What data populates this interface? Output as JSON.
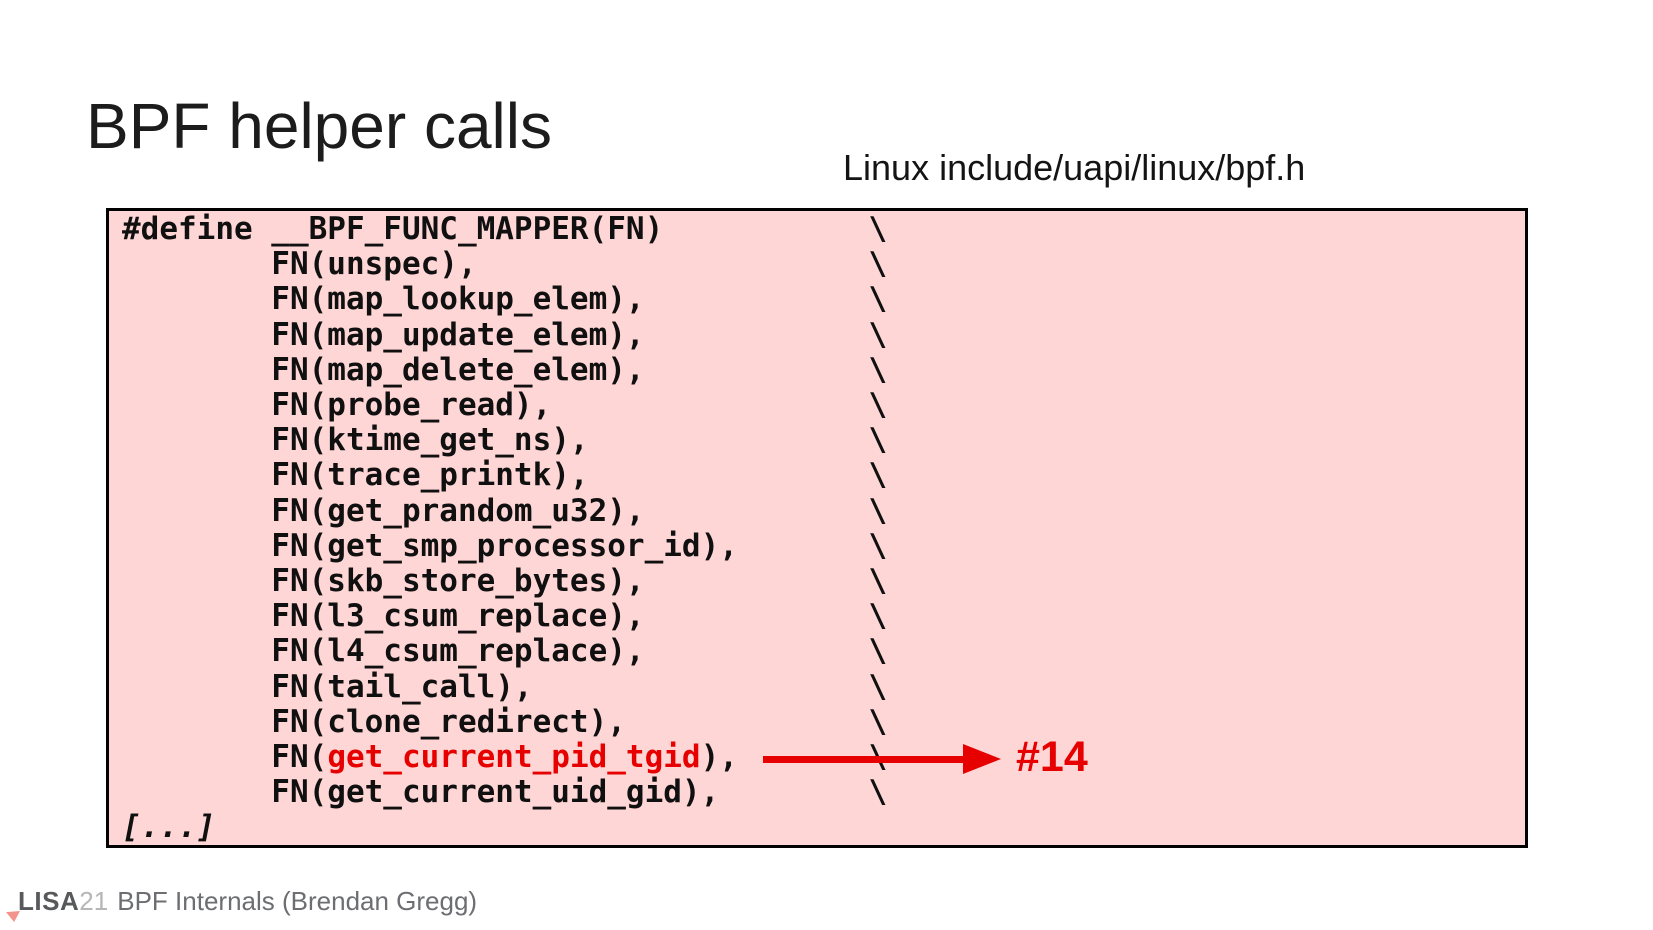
{
  "title": "BPF helper calls",
  "source_label": "Linux include/uapi/linux/bpf.h",
  "code": {
    "lines": [
      {
        "text": "#define __BPF_FUNC_MAPPER(FN)           \\"
      },
      {
        "text": "        FN(unspec),                     \\"
      },
      {
        "text": "        FN(map_lookup_elem),            \\"
      },
      {
        "text": "        FN(map_update_elem),            \\"
      },
      {
        "text": "        FN(map_delete_elem),            \\"
      },
      {
        "text": "        FN(probe_read),                 \\"
      },
      {
        "text": "        FN(ktime_get_ns),               \\"
      },
      {
        "text": "        FN(trace_printk),               \\"
      },
      {
        "text": "        FN(get_prandom_u32),            \\"
      },
      {
        "text": "        FN(get_smp_processor_id),       \\"
      },
      {
        "text": "        FN(skb_store_bytes),            \\"
      },
      {
        "text": "        FN(l3_csum_replace),            \\"
      },
      {
        "text": "        FN(l4_csum_replace),            \\"
      },
      {
        "text": "        FN(tail_call),                  \\"
      },
      {
        "text": "        FN(clone_redirect),             \\"
      },
      {
        "pre": "        FN(",
        "highlight": "get_current_pid_tgid",
        "post": "),       \\"
      },
      {
        "text": "        FN(get_current_uid_gid),        \\"
      },
      {
        "text": "[...]",
        "italic": true
      }
    ]
  },
  "annotation": {
    "label": "#14"
  },
  "footer": {
    "brand": "LISA",
    "brand_suffix": "21",
    "text": "BPF Internals (Brendan Gregg)"
  },
  "colors": {
    "accent_red": "#e60000",
    "code_bg": "#ffd6d6",
    "code_border": "#000000"
  }
}
